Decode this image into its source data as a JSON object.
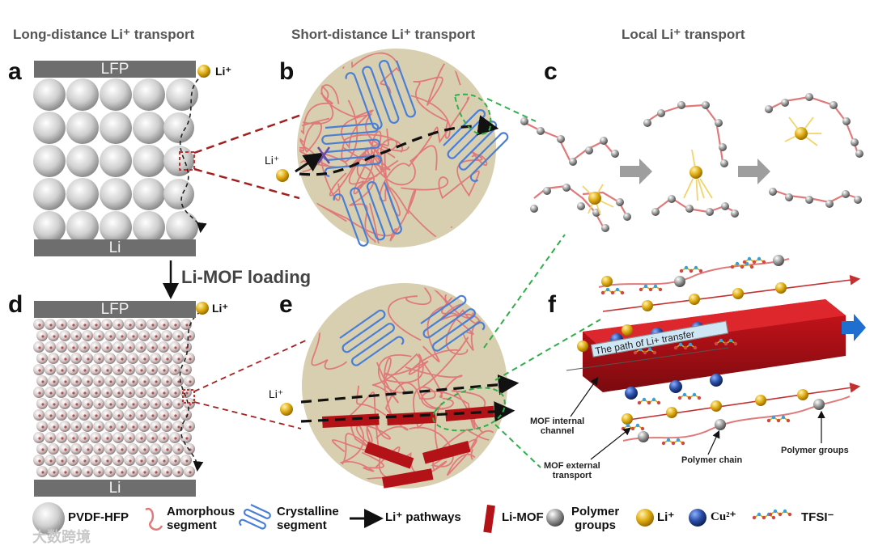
{
  "headers": {
    "long": "Long-distance Li⁺ transport",
    "short": "Short-distance Li⁺ transport",
    "local": "Local Li⁺ transport"
  },
  "panels": {
    "a": "a",
    "b": "b",
    "c": "c",
    "d": "d",
    "e": "e",
    "f": "f"
  },
  "electrodes": {
    "top": "LFP",
    "bottom": "Li"
  },
  "ion_labels": {
    "li_a": "Li⁺",
    "li_b": "Li⁺",
    "li_d": "Li⁺",
    "li_e": "Li⁺"
  },
  "arrow_label": "Li-MOF loading",
  "panel_f": {
    "path_label": "The path of Li+ transfer",
    "mof_internal": "MOF internal\nchannel",
    "mof_external": "MOF external\ntransport",
    "polymer_chain": "Polymer chain",
    "polymer_groups": "Polymer groups"
  },
  "legend": {
    "pvdf": "PVDF-HFP",
    "amorphous": "Amorphous\nsegment",
    "crystalline": "Crystalline\nsegment",
    "pathways": "Li⁺ pathways",
    "limof": "Li-MOF",
    "polymer": "Polymer\ngroups",
    "li": "Li⁺",
    "cu": "Cu²⁺",
    "tfsi": "TFSI⁻"
  },
  "watermark": "大数跨境",
  "colors": {
    "chain": "#e07a7a",
    "crystal": "#4a7fd6",
    "mof": "#b31217",
    "li": "#d9a20a",
    "cu": "#1f3f8f",
    "circle_bg": "#d8cfb0",
    "dash_green": "#2fae4a",
    "dash_red": "#a32020"
  }
}
